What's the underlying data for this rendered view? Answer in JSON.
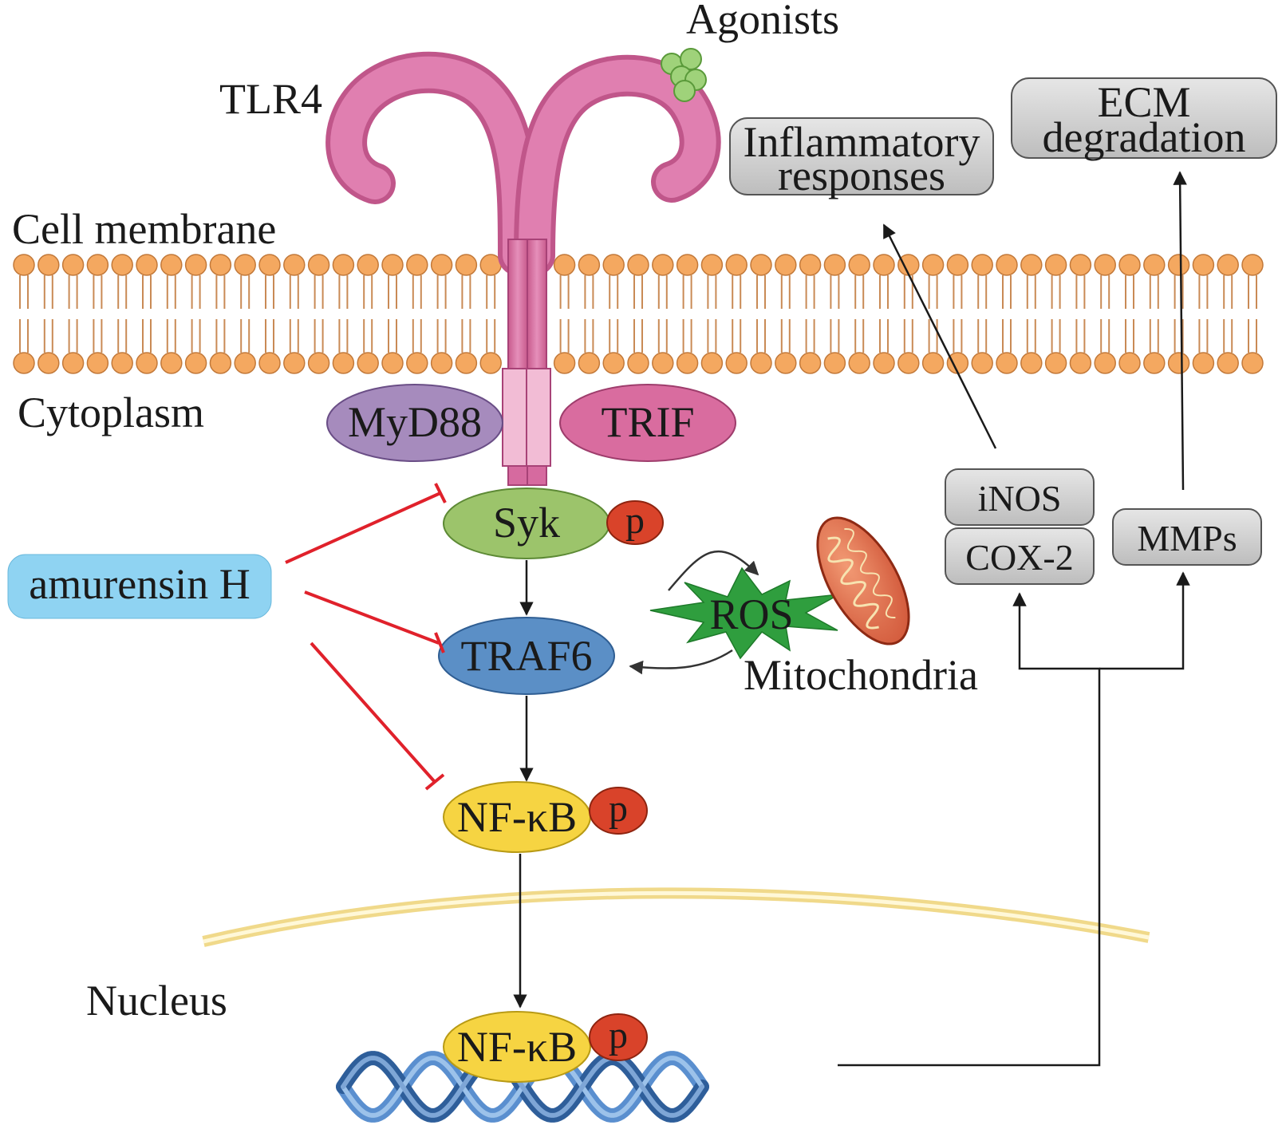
{
  "labels": {
    "agonists": "Agonists",
    "tlr4": "TLR4",
    "cell_membrane": "Cell membrane",
    "cytoplasm": "Cytoplasm",
    "nucleus": "Nucleus",
    "mitochondria": "Mitochondria"
  },
  "nodes": {
    "myd88": "MyD88",
    "trif": "TRIF",
    "syk": "Syk",
    "traf6": "TRAF6",
    "nfkb_cyto": "NF-κB",
    "nfkb_nuc": "NF-κB",
    "ros": "ROS",
    "inhibitor": "amurensin H",
    "phospho": "p"
  },
  "outputs": {
    "inos": "iNOS",
    "cox2": "COX-2",
    "mmps": "MMPs",
    "inflammatory_line1": "Inflammatory",
    "inflammatory_line2": "responses",
    "ecm_line1": "ECM",
    "ecm_line2": "degradation"
  },
  "colors": {
    "receptor": "#d4679a",
    "myd88": "#a68bbd",
    "trif": "#d96c9f",
    "syk": "#9cc46b",
    "traf6": "#5b8fc6",
    "nfkb": "#f6d442",
    "phospho": "#d9432a",
    "ros": "#2f9e3e",
    "inhibitor_box": "#8fd3f2",
    "inhibit_line": "#e0212b",
    "gray_box": "#cfcfcf",
    "membrane_head": "#f4a860",
    "dna": "#5a8fcf"
  }
}
